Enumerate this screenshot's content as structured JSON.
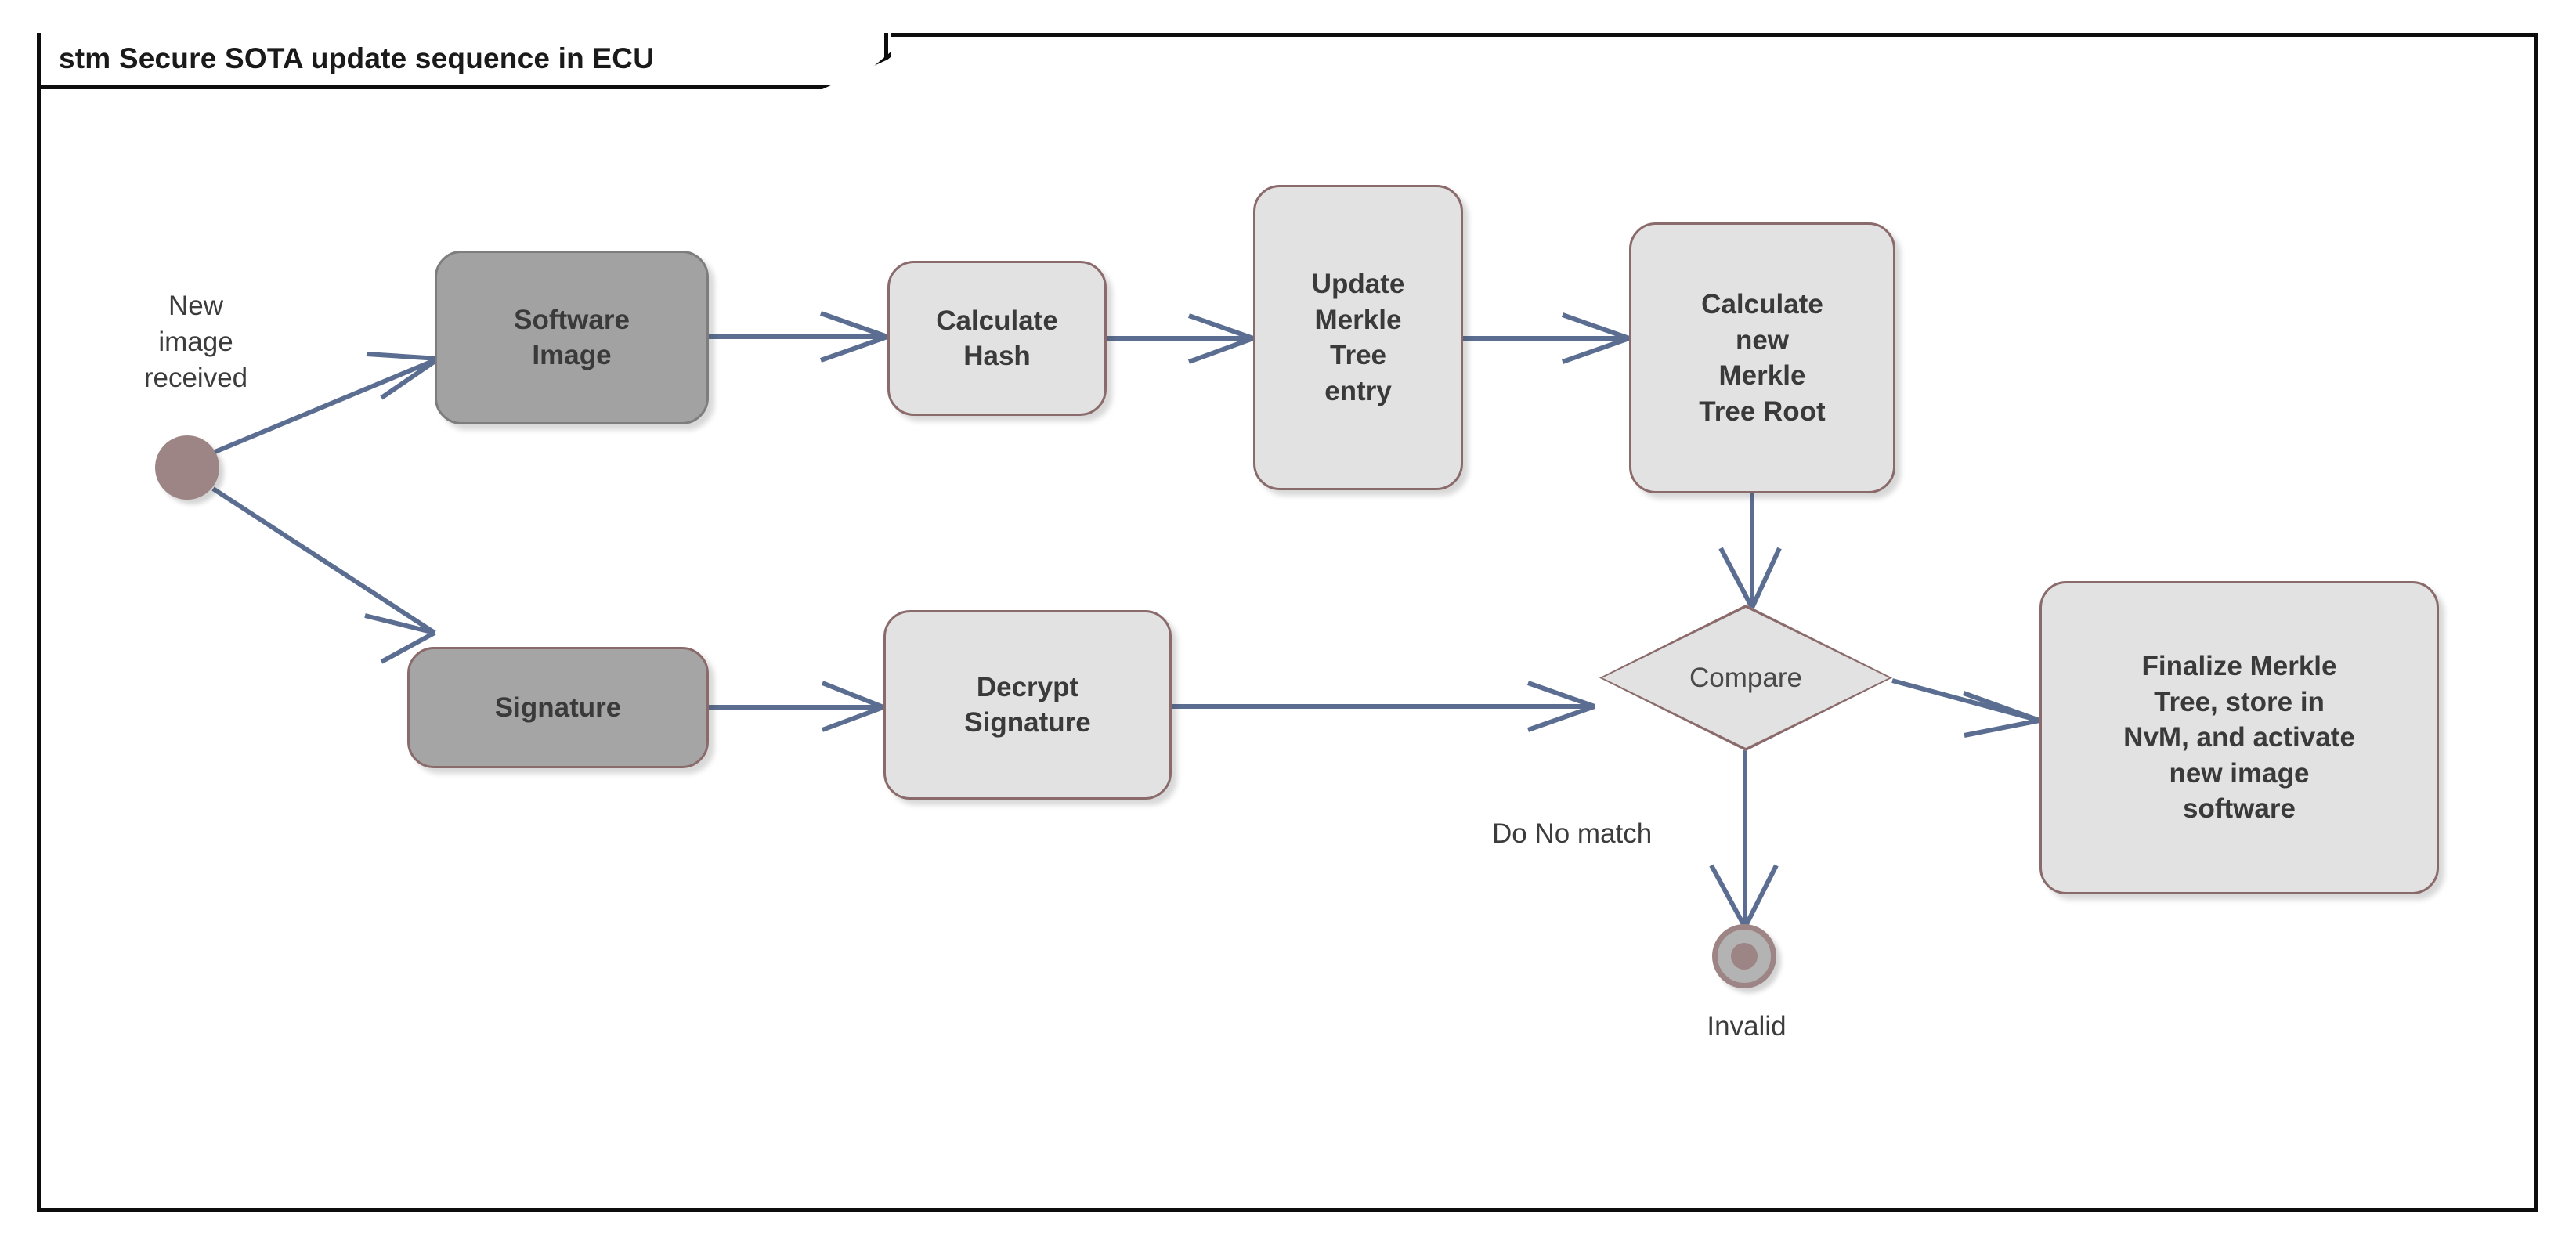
{
  "frame": {
    "title": "stm Secure SOTA update sequence in ECU",
    "diagram_kind": "stm",
    "border_color": "#0d0d0d",
    "background": "#ffffff"
  },
  "palette": {
    "light_node_fill": "#e2e2e2",
    "dark_node_fill": "#a2a2a2",
    "node_border_mauve": "#8a6a6a",
    "node_border_gray": "#7d7d7d",
    "connector_blue": "#5b6e91",
    "initial_node_fill": "#9c8584",
    "text_color": "#3a3a3a"
  },
  "nodes": {
    "start": {
      "name": "initial-state",
      "label": "",
      "shape": "filled-circle"
    },
    "end": {
      "name": "final-state",
      "label": "Invalid",
      "shape": "bullseye-circle"
    },
    "software_image": {
      "label": "Software\nImage",
      "shape": "rounded-rect",
      "fill": "dark"
    },
    "calculate_hash": {
      "label": "Calculate\nHash",
      "shape": "rounded-rect",
      "fill": "light"
    },
    "update_merkle_entry": {
      "label": "Update\nMerkle\nTree\nentry",
      "shape": "rounded-rect",
      "fill": "light"
    },
    "calculate_root": {
      "label": "Calculate\nnew\nMerkle\nTree Root",
      "shape": "rounded-rect",
      "fill": "light"
    },
    "signature": {
      "label": "Signature",
      "shape": "rounded-rect",
      "fill": "dark"
    },
    "decrypt_signature": {
      "label": "Decrypt\nSignature",
      "shape": "rounded-rect",
      "fill": "light"
    },
    "compare": {
      "label": "Compare",
      "shape": "diamond",
      "fill": "light"
    },
    "finalize": {
      "label": "Finalize Merkle\nTree, store in\nNvM, and activate\nnew image\nsoftware",
      "shape": "rounded-rect",
      "fill": "light"
    }
  },
  "labels": {
    "new_image_received": "New\nimage\nreceived",
    "do_no_match": "Do No match",
    "invalid": "Invalid"
  },
  "transitions": [
    {
      "from": "start",
      "to": "software_image",
      "label": ""
    },
    {
      "from": "start",
      "to": "signature",
      "label": ""
    },
    {
      "from": "software_image",
      "to": "calculate_hash",
      "label": ""
    },
    {
      "from": "calculate_hash",
      "to": "update_merkle_entry",
      "label": ""
    },
    {
      "from": "update_merkle_entry",
      "to": "calculate_root",
      "label": ""
    },
    {
      "from": "calculate_root",
      "to": "compare",
      "label": ""
    },
    {
      "from": "signature",
      "to": "decrypt_signature",
      "label": ""
    },
    {
      "from": "decrypt_signature",
      "to": "compare",
      "label": ""
    },
    {
      "from": "compare",
      "to": "finalize",
      "label": ""
    },
    {
      "from": "compare",
      "to": "end",
      "label": "Do No match"
    }
  ]
}
